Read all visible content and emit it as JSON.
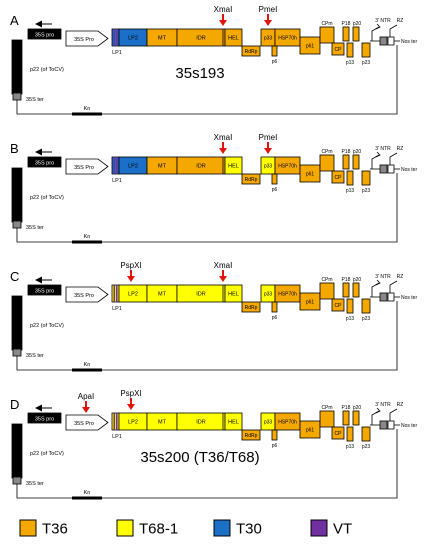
{
  "colors": {
    "T36": "#f5a800",
    "T68_1": "#ffff00",
    "T30": "#1b6fc6",
    "VT": "#7030a0",
    "line": "#000000"
  },
  "common_labels": {
    "pro_35s": "35S pro",
    "pro_35s_box": "35S Pro",
    "p22": "p22 (of ToCV)",
    "ter_35s": "35S ter",
    "kn": "Kn",
    "lp1": "LP1",
    "lp2": "LP2",
    "mt": "MT",
    "idr": "IDR",
    "hel": "HEL",
    "rdrp": "RdRp",
    "p33": "p33",
    "hsp70h": "HSP70h",
    "p6": "p6",
    "p61": "p61",
    "cpm": "CPm",
    "cp": "CP",
    "p18": "P18",
    "p20": "p20",
    "p13": "p13",
    "p23": "p23",
    "ntr3": "3' NTR",
    "rz": "RZ",
    "nos_ter": "Nos ter"
  },
  "panels": [
    {
      "letter": "A",
      "name": "35s193",
      "show_p22_label": true,
      "lp2_color": "T30",
      "mt_color": "T36",
      "idr_color": "T36",
      "hel_color": "T36",
      "rdrp_color": "T36",
      "p33_color": "T36",
      "hsp_color": "T36",
      "sites": [
        {
          "label": "XmaI",
          "pos": "end-of-idr"
        },
        {
          "label": "PmeI",
          "pos": "in-p33"
        }
      ]
    },
    {
      "letter": "B",
      "name": "",
      "show_p22_label": true,
      "lp2_color": "T30",
      "mt_color": "T36",
      "idr_color": "T36",
      "hel_color": "T68_1",
      "rdrp_color": "T36",
      "p33_color": "T68_1",
      "hsp_color": "T36",
      "sites": [
        {
          "label": "XmaI",
          "pos": "end-of-idr"
        },
        {
          "label": "PmeI",
          "pos": "in-p33"
        }
      ]
    },
    {
      "letter": "C",
      "name": "",
      "show_p22_label": true,
      "lp2_color": "T68_1",
      "mt_color": "T68_1",
      "idr_color": "T68_1",
      "hel_color": "T68_1",
      "rdrp_color": "T36",
      "p33_color": "T68_1",
      "hsp_color": "T36",
      "sites": [
        {
          "label": "PspXI",
          "pos": "start-of-lp2"
        },
        {
          "label": "XmaI",
          "pos": "end-of-idr"
        }
      ]
    },
    {
      "letter": "D",
      "name": "35s200 (T36/T68)",
      "show_p22_label": true,
      "lp2_color": "T68_1",
      "mt_color": "T68_1",
      "idr_color": "T68_1",
      "hel_color": "T68_1",
      "rdrp_color": "T36",
      "p33_color": "T68_1",
      "hsp_color": "T36",
      "sites": [
        {
          "label": "ApaI",
          "pos": "in-35s-pro"
        },
        {
          "label": "PspXI",
          "pos": "start-of-lp2"
        }
      ]
    }
  ],
  "legend": [
    {
      "label": "T36",
      "color": "T36"
    },
    {
      "label": "T68-1",
      "color": "T68_1"
    },
    {
      "label": "T30",
      "color": "T30"
    },
    {
      "label": "VT",
      "color": "VT"
    }
  ]
}
